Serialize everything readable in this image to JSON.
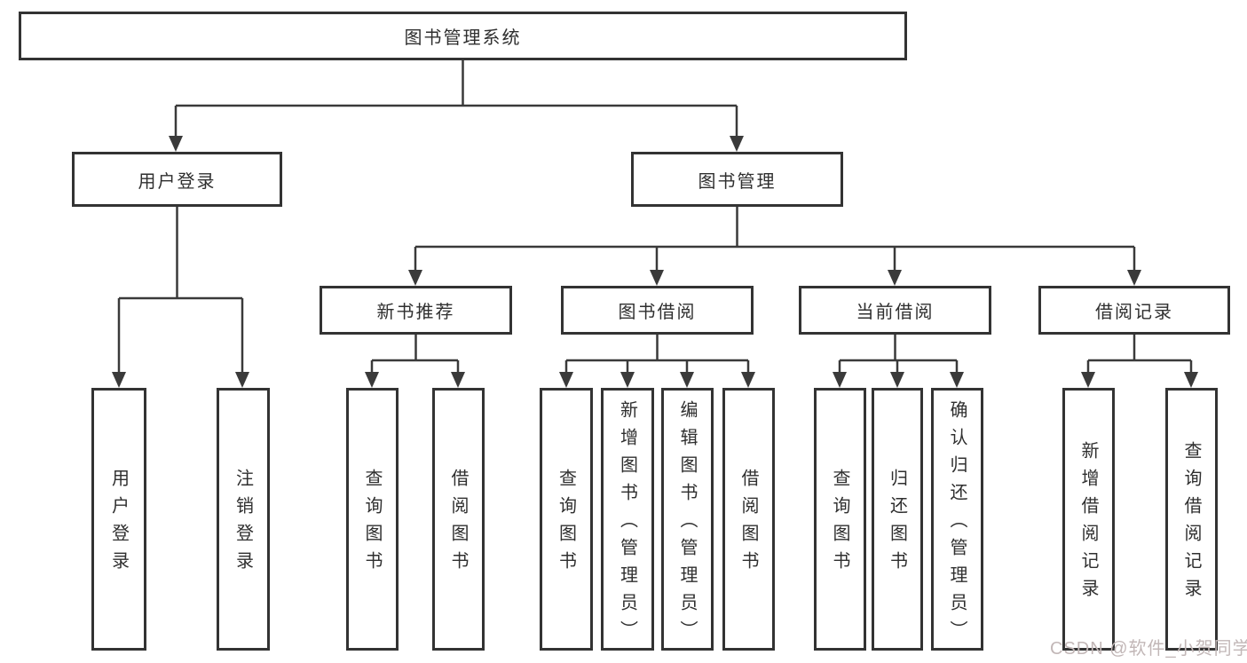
{
  "diagram": {
    "title": "图书管理系统",
    "nodes": {
      "root": "图书管理系统",
      "user_login": "用户登录",
      "book_management": "图书管理",
      "new_book_recommend": "新书推荐",
      "book_borrowing": "图书借阅",
      "current_borrowing": "当前借阅",
      "borrowing_records": "借阅记录",
      "leaf_user_login": "用户登录",
      "leaf_logout": "注销登录",
      "leaf_nb_query_books": "查询图书",
      "leaf_nb_borrow_books": "借阅图书",
      "leaf_bb_query_books": "查询图书",
      "leaf_bb_add_books": "新增图书（管理员）",
      "leaf_bb_edit_books": "编辑图书（管理员）",
      "leaf_bb_borrow_books": "借阅图书",
      "leaf_cb_query_books": "查询图书",
      "leaf_cb_return_books": "归还图书",
      "leaf_cb_confirm_return": "确认归还（管理员）",
      "leaf_br_add_record": "新增借阅记录",
      "leaf_br_query_record": "查询借阅记录"
    }
  },
  "watermark": {
    "text": "CSDN @软件_小贺同学"
  },
  "colors": {
    "line": "#3a3a3a",
    "border": "#333333",
    "text": "#2f2f2f",
    "background": "#ffffff",
    "watermark": "#c2b7b7"
  }
}
